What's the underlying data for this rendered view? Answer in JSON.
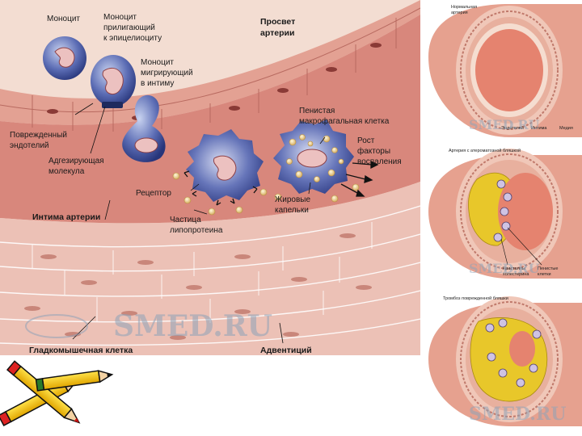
{
  "main_diagram": {
    "labels": {
      "monocyte": "Моноцит",
      "monocyte_adhering_1": "Моноцит",
      "monocyte_adhering_2": "прилигающий",
      "monocyte_adhering_3": "к эпицелиоциту",
      "monocyte_migrating_1": "Моноцит",
      "monocyte_migrating_2": "мигрирующий",
      "monocyte_migrating_3": "в интиму",
      "artery_lumen_1": "Просвет",
      "artery_lumen_2": "артерии",
      "damaged_endothelium_1": "Поврежденный",
      "damaged_endothelium_2": "эндотелий",
      "adhesion_molecule_1": "Адгезирующая",
      "adhesion_molecule_2": "молекула",
      "foam_cell_1": "Пенистая",
      "foam_cell_2": "макрофагальная клетка",
      "growth_factors_1": "Рост",
      "growth_factors_2": "факторы",
      "growth_factors_3": "воспаления",
      "receptor": "Рецептор",
      "lipoprotein_1": "Частица",
      "lipoprotein_2": "липопротеина",
      "fat_droplets_1": "Жировые",
      "fat_droplets_2": "капельки",
      "intima": "Интима артерии",
      "smooth_muscle": "Гладкомышечная клетка",
      "adventitia": "Адвентиций"
    },
    "watermark": "SMED.RU"
  },
  "side_panel": {
    "normal": {
      "title_1": "Нормальная",
      "title_2": "артерия",
      "labels": [
        "Эндотелий",
        "Интима",
        "Медия"
      ]
    },
    "plaque": {
      "title": "Артерия с атероматозной бляшкой",
      "labels_1": [
        "Кристаллы",
        "холестерина"
      ],
      "labels_2": [
        "Пенистые",
        "клетки"
      ]
    },
    "thrombus": {
      "title": "Тромбоз поврежденной бляшки"
    },
    "watermark": "SMED.RU"
  },
  "colors": {
    "lumen": "#f0d8cc",
    "intima": "#d98c80",
    "media": "#e8b9ad",
    "monocyte": "#3e4f96",
    "nucleus": "#e9a7a0",
    "plaque": "#e8c72a"
  }
}
